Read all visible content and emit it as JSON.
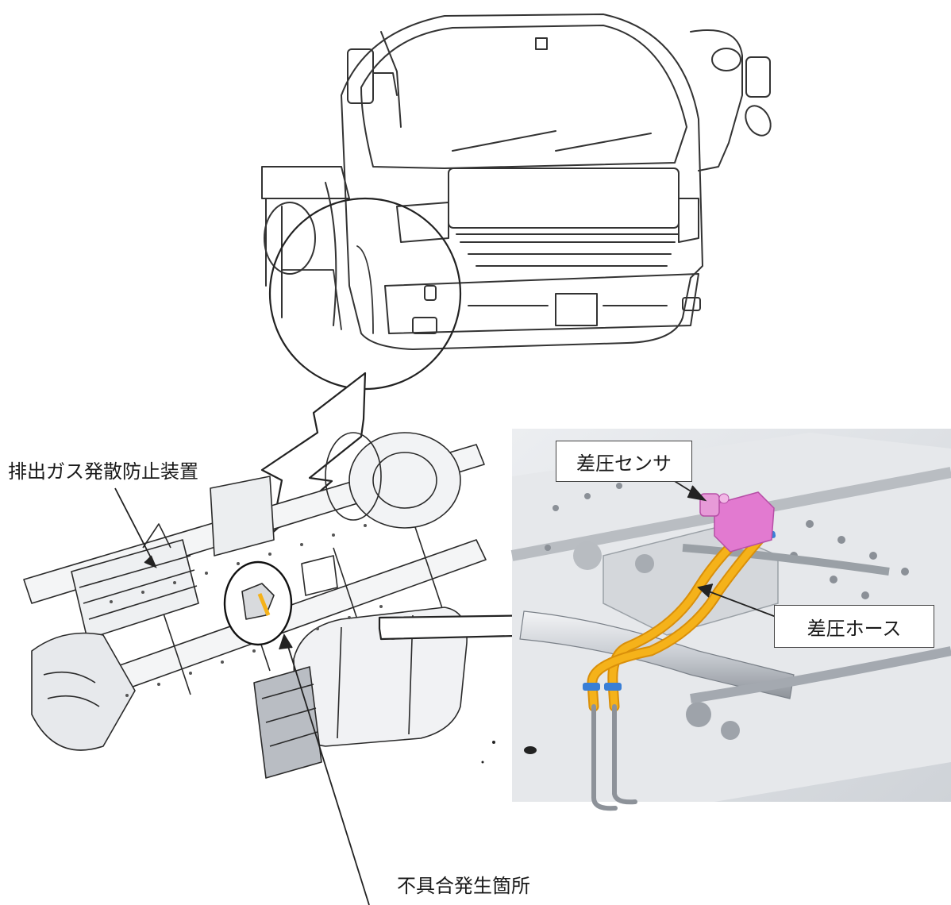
{
  "labels": {
    "exhaust_device": "排出ガス発散防止装置",
    "differential_pressure_sensor": "差圧センサ",
    "differential_pressure_hose": "差圧ホース",
    "defect_location": "不具合発生箇所"
  },
  "colors": {
    "line": "#333333",
    "hose": "#f5b21a",
    "hose_shadow": "#d98f0a",
    "sensor": "#e27ad0",
    "sensor_dark": "#b64fa6",
    "clip": "#3a7fd6",
    "photo_bg": "#e3e6ea",
    "frame": "#c9ccd1"
  }
}
